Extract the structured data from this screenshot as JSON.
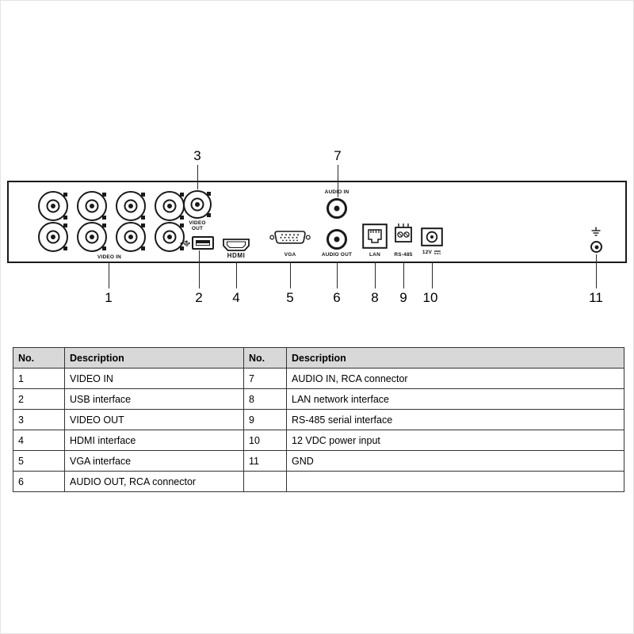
{
  "figure": {
    "callouts": [
      "1",
      "2",
      "3",
      "4",
      "5",
      "6",
      "7",
      "8",
      "9",
      "10",
      "11"
    ],
    "panel_labels": {
      "video_in": "VIDEO IN",
      "video_out_line1": "VIDEO",
      "video_out_line2": "OUT",
      "hdmi": "HDMI",
      "vga": "VGA",
      "audio_in": "AUDIO IN",
      "audio_out": "AUDIO OUT",
      "lan": "LAN",
      "rs485": "RS-485",
      "power": "12V"
    },
    "icons": {
      "usb": "usb-trident",
      "dc": "dc-voltage",
      "ground": "earth-ground"
    },
    "colors": {
      "line": "#1a1a1a",
      "table_header_bg": "#d8d8d8"
    }
  },
  "table": {
    "headers": [
      "No.",
      "Description",
      "No.",
      "Description"
    ],
    "rows": [
      [
        "1",
        "VIDEO IN",
        "7",
        "AUDIO IN, RCA connector"
      ],
      [
        "2",
        "USB interface",
        "8",
        "LAN network interface"
      ],
      [
        "3",
        "VIDEO OUT",
        "9",
        "RS-485 serial interface"
      ],
      [
        "4",
        "HDMI interface",
        "10",
        "12 VDC power input"
      ],
      [
        "5",
        "VGA interface",
        "11",
        "GND"
      ],
      [
        "6",
        "AUDIO OUT, RCA connector",
        "",
        ""
      ]
    ]
  }
}
